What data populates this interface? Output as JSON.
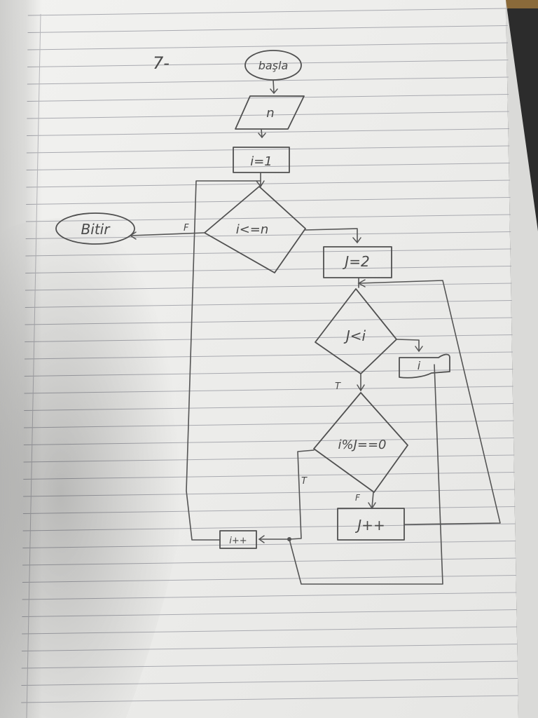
{
  "page": {
    "number": "7-",
    "paper_color": "#eeeeec",
    "rule_color": "#a9aab0",
    "ink_color": "#505050"
  },
  "flowchart": {
    "start": "başla",
    "input": "n",
    "init_i": "i=1",
    "cond_outer": "i<=n",
    "end": "Bitir",
    "init_j": "J=2",
    "cond_j": "J<i",
    "cond_mod": "i%J==0",
    "inc_j": "J++",
    "inc_i": "i++",
    "output": "i",
    "label_false_outer": "F",
    "label_true_j": "T",
    "label_true_mod": "T",
    "label_false_mod": "F"
  }
}
